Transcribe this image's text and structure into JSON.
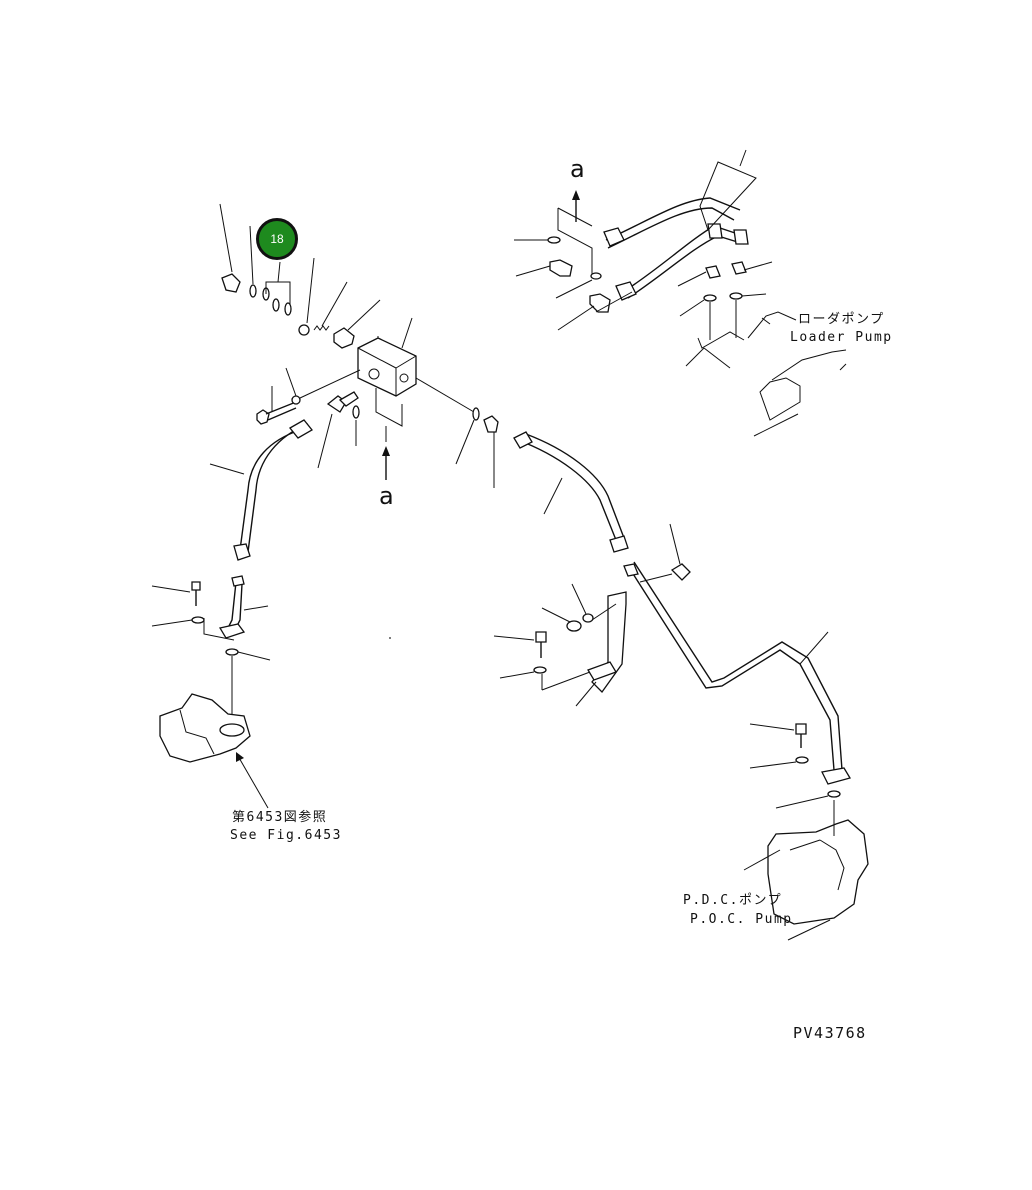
{
  "callout": {
    "number": "18",
    "color": "#1e8a1e"
  },
  "labels": {
    "arrow_a_top": "a",
    "arrow_a_mid": "a",
    "loader_pump_jp": "ローダポンプ",
    "loader_pump_en": "Loader Pump",
    "see_fig_jp": "第6453図参照",
    "see_fig_en": "See Fig.6453",
    "pdc_pump_jp": "P.D.C.ポンプ",
    "pdc_pump_en": "P.O.C. Pump",
    "drawing_number": "PV43768"
  }
}
